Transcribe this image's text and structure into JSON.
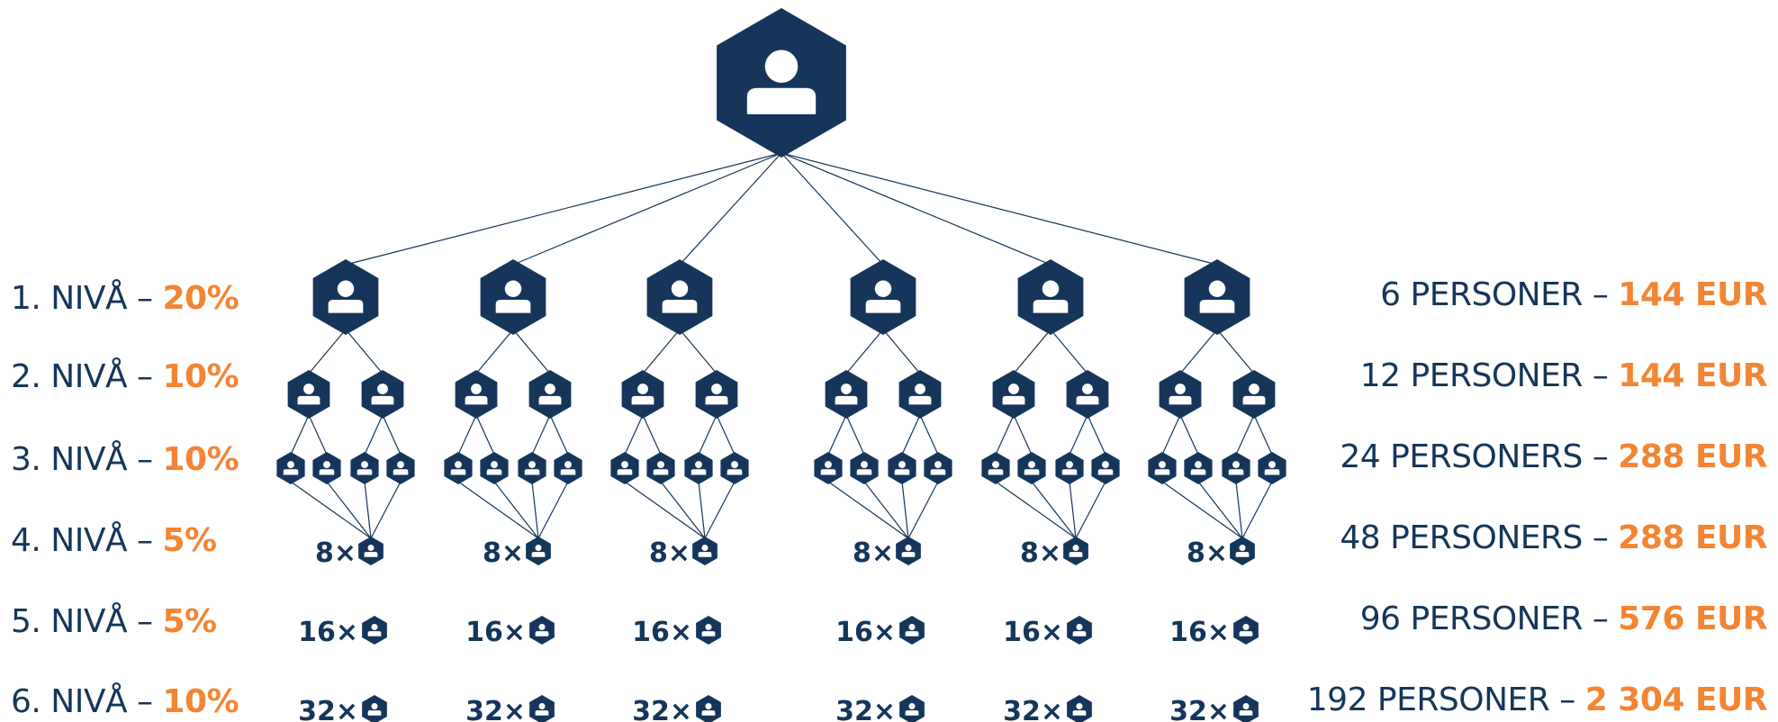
{
  "colors": {
    "navy": "#15365a",
    "orange": "#f28534",
    "background": "#ffffff"
  },
  "icons": {
    "person": "person-hexagon-icon"
  },
  "levels": [
    {
      "label": "1. NIVÅ",
      "sep": "–",
      "percent": "20%",
      "persons": "6 PERSONER",
      "amount": "144 EUR"
    },
    {
      "label": "2. NIVÅ",
      "sep": "–",
      "percent": "10%",
      "persons": "12 PERSONER",
      "amount": "144 EUR"
    },
    {
      "label": "3. NIVÅ",
      "sep": "–",
      "percent": "10%",
      "persons": "24 PERSONERS",
      "amount": "288 EUR"
    },
    {
      "label": "4. NIVÅ",
      "sep": "–",
      "percent": "5%",
      "persons": "48 PERSONERS",
      "amount": "288 EUR"
    },
    {
      "label": "5. NIVÅ",
      "sep": "–",
      "percent": "5%",
      "persons": "96 PERSONER",
      "amount": "576 EUR"
    },
    {
      "label": "6. NIVÅ",
      "sep": "–",
      "percent": "10%",
      "persons": "192 PERSONER",
      "amount": "2 304 EUR"
    }
  ],
  "tree": {
    "branches": 6,
    "children_per_level1": 2,
    "children_per_level2": 2,
    "multipliers": [
      "8×",
      "16×",
      "32×"
    ]
  }
}
